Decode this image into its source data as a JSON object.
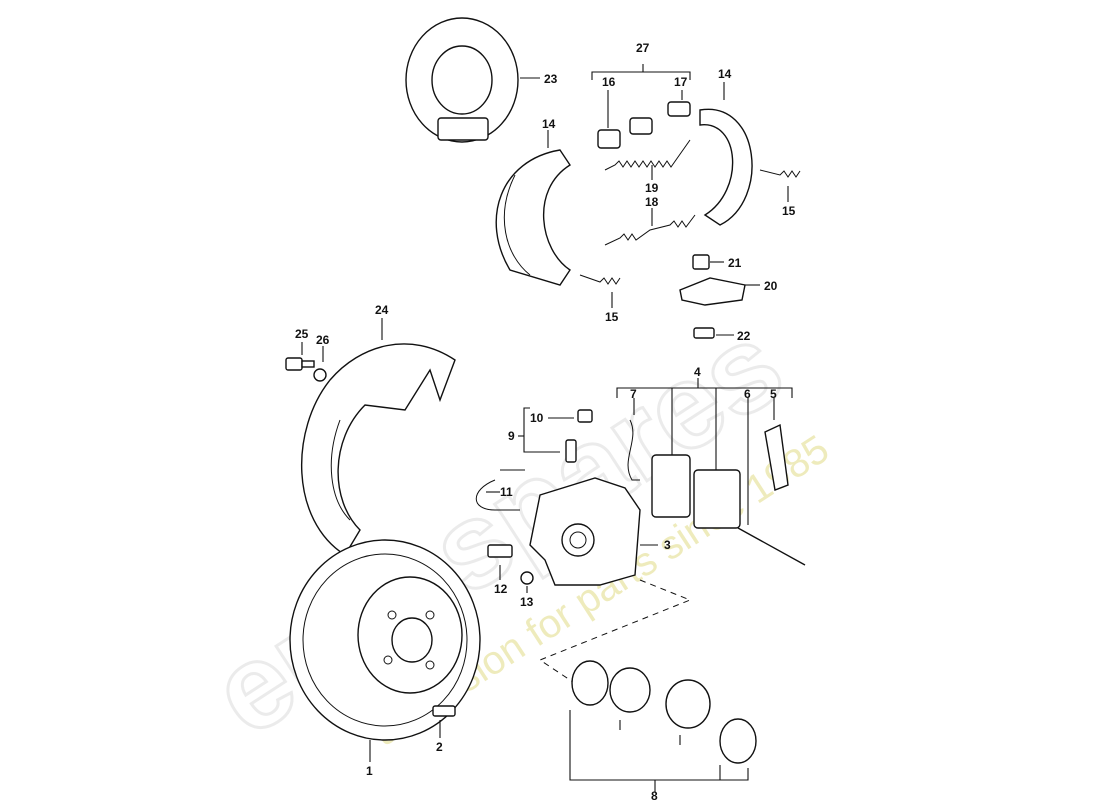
{
  "watermark": {
    "brand": "eurospares",
    "tagline": "a passion for parts since 1985"
  },
  "callouts": {
    "c1": "1",
    "c2": "2",
    "c3": "3",
    "c4": "4",
    "c5": "5",
    "c6": "6",
    "c7": "7",
    "c8": "8",
    "c9": "9",
    "c10": "10",
    "c11": "11",
    "c12": "12",
    "c13": "13",
    "c14a": "14",
    "c14b": "14",
    "c15a": "15",
    "c15b": "15",
    "c16": "16",
    "c17": "17",
    "c18": "18",
    "c19": "19",
    "c20": "20",
    "c21": "21",
    "c22": "22",
    "c23": "23",
    "c24": "24",
    "c25": "25",
    "c26": "26",
    "c27": "27"
  }
}
